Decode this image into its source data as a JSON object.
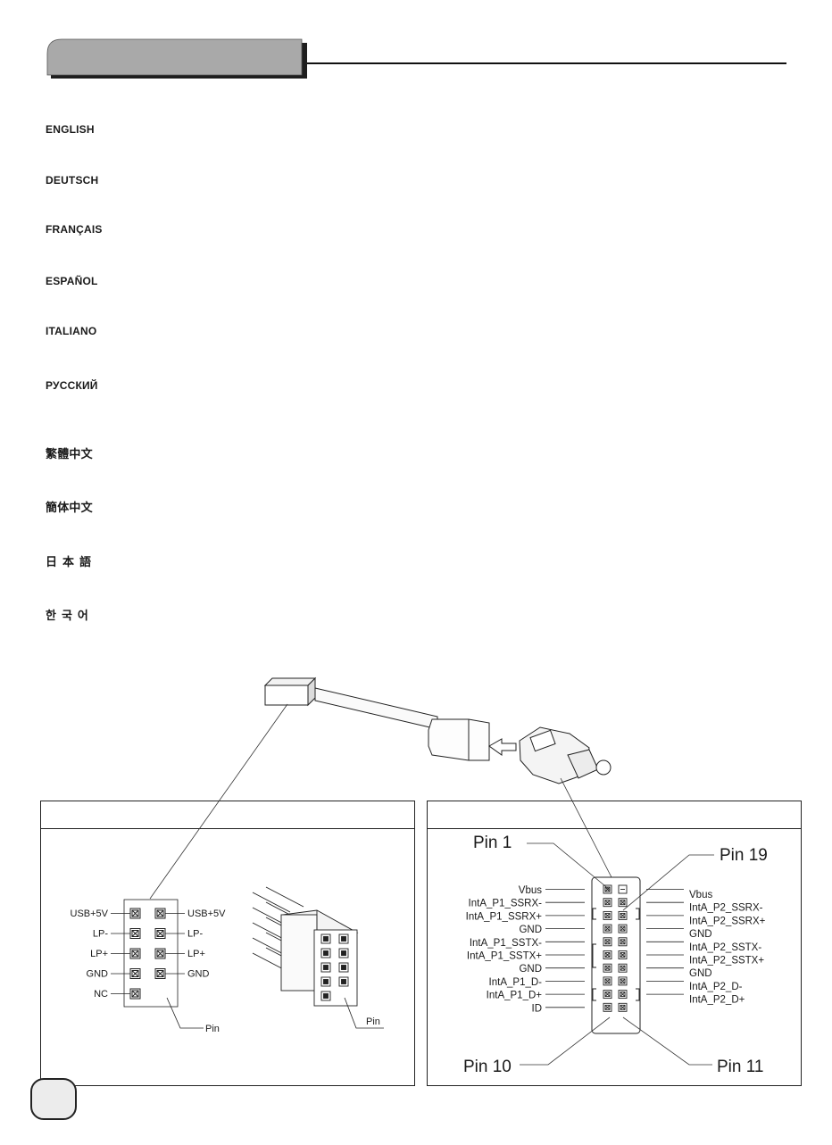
{
  "languages": {
    "english": "ENGLISH",
    "deutsch": "DEUTSCH",
    "francais": "FRANÇAIS",
    "espanol": "ESPAÑOL",
    "italiano": "ITALIANO",
    "russian": "РУССКИЙ",
    "trad_chinese": "繁體中文",
    "simp_chinese": "簡体中文",
    "japanese": "日本語",
    "korean": "한국어"
  },
  "usb2_header": {
    "left_labels": [
      "USB+5V",
      "LP-",
      "LP+",
      "GND",
      "NC"
    ],
    "right_labels": [
      "USB+5V",
      "LP-",
      "LP+",
      "GND"
    ],
    "pin_label": "Pin",
    "connector_pin_label": "Pin"
  },
  "usb3_header": {
    "pin1": "Pin 1",
    "pin19": "Pin 19",
    "pin10": "Pin 10",
    "pin11": "Pin 11",
    "left_labels": [
      "Vbus",
      "IntA_P1_SSRX-",
      "IntA_P1_SSRX+",
      "GND",
      "IntA_P1_SSTX-",
      "IntA_P1_SSTX+",
      "GND",
      "IntA_P1_D-",
      "IntA_P1_D+",
      "ID"
    ],
    "right_labels": [
      "Vbus",
      "IntA_P2_SSRX-",
      "IntA_P2_SSRX+",
      "GND",
      "IntA_P2_SSTX-",
      "IntA_P2_SSTX+",
      "GND",
      "IntA_P2_D-",
      "IntA_P2_D+"
    ]
  }
}
